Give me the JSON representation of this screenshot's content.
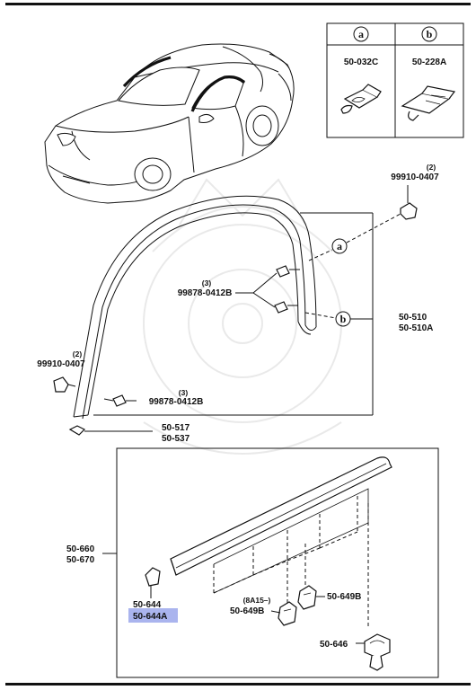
{
  "legend": {
    "a": {
      "letter": "a",
      "part": "50-032C"
    },
    "b": {
      "letter": "b",
      "part": "50-228A"
    }
  },
  "labels": {
    "clip_top_qty": "(2)",
    "clip_top": "99910-0407",
    "screw_upper_qty": "(3)",
    "screw_upper": "99878-0412B",
    "clip_left_qty": "(2)",
    "clip_left": "99910-0407",
    "screw_lower_qty": "(3)",
    "screw_lower": "99878-0412B",
    "molding_a": "50-510",
    "molding_b": "50-510A",
    "end_a": "50-517",
    "end_b": "50-537",
    "lower_a": "50-660",
    "lower_b": "50-670",
    "cap_a": "50-644",
    "cap_b": "50-644A",
    "clip_649_note": "(8A15–)",
    "clip_649_left": "50-649B",
    "clip_649_right": "50-649B",
    "fastener": "50-646"
  },
  "highlight_color": "#aab4ee"
}
